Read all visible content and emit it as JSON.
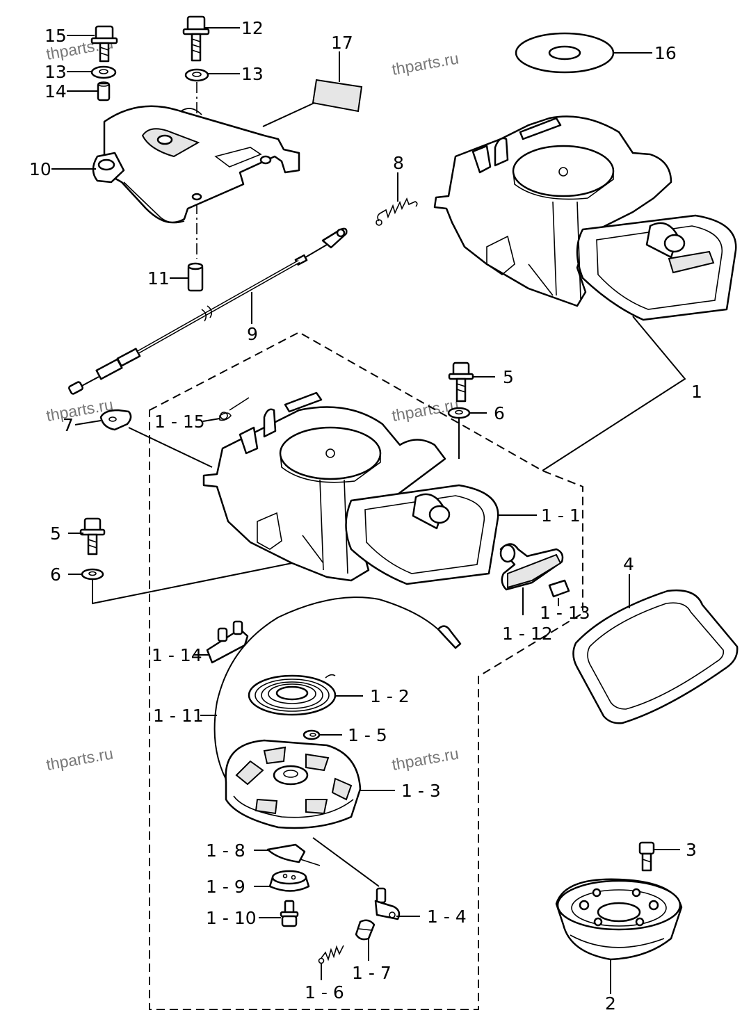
{
  "watermark": "thparts.ru",
  "labels": {
    "l15": "15",
    "l12": "12",
    "l17": "17",
    "l16": "16",
    "l13a": "13",
    "l13b": "13",
    "l14": "14",
    "l10": "10",
    "l8": "8",
    "l11": "11",
    "l9": "9",
    "l1": "1",
    "l5a": "5",
    "l6a": "6",
    "l7": "7",
    "l1_15": "1 - 15",
    "l1_1": "1 - 1",
    "l5b": "5",
    "l6b": "6",
    "l4": "4",
    "l1_12": "1 - 12",
    "l1_13": "1 - 13",
    "l1_14": "1 - 14",
    "l1_2": "1 - 2",
    "l1_11": "1 - 11",
    "l1_5": "1 - 5",
    "l1_3": "1 - 3",
    "l1_8": "1 - 8",
    "l1_9": "1 - 9",
    "l1_10": "1 - 10",
    "l1_4": "1 - 4",
    "l1_7": "1 - 7",
    "l1_6": "1 - 6",
    "l3": "3",
    "l2": "2"
  }
}
